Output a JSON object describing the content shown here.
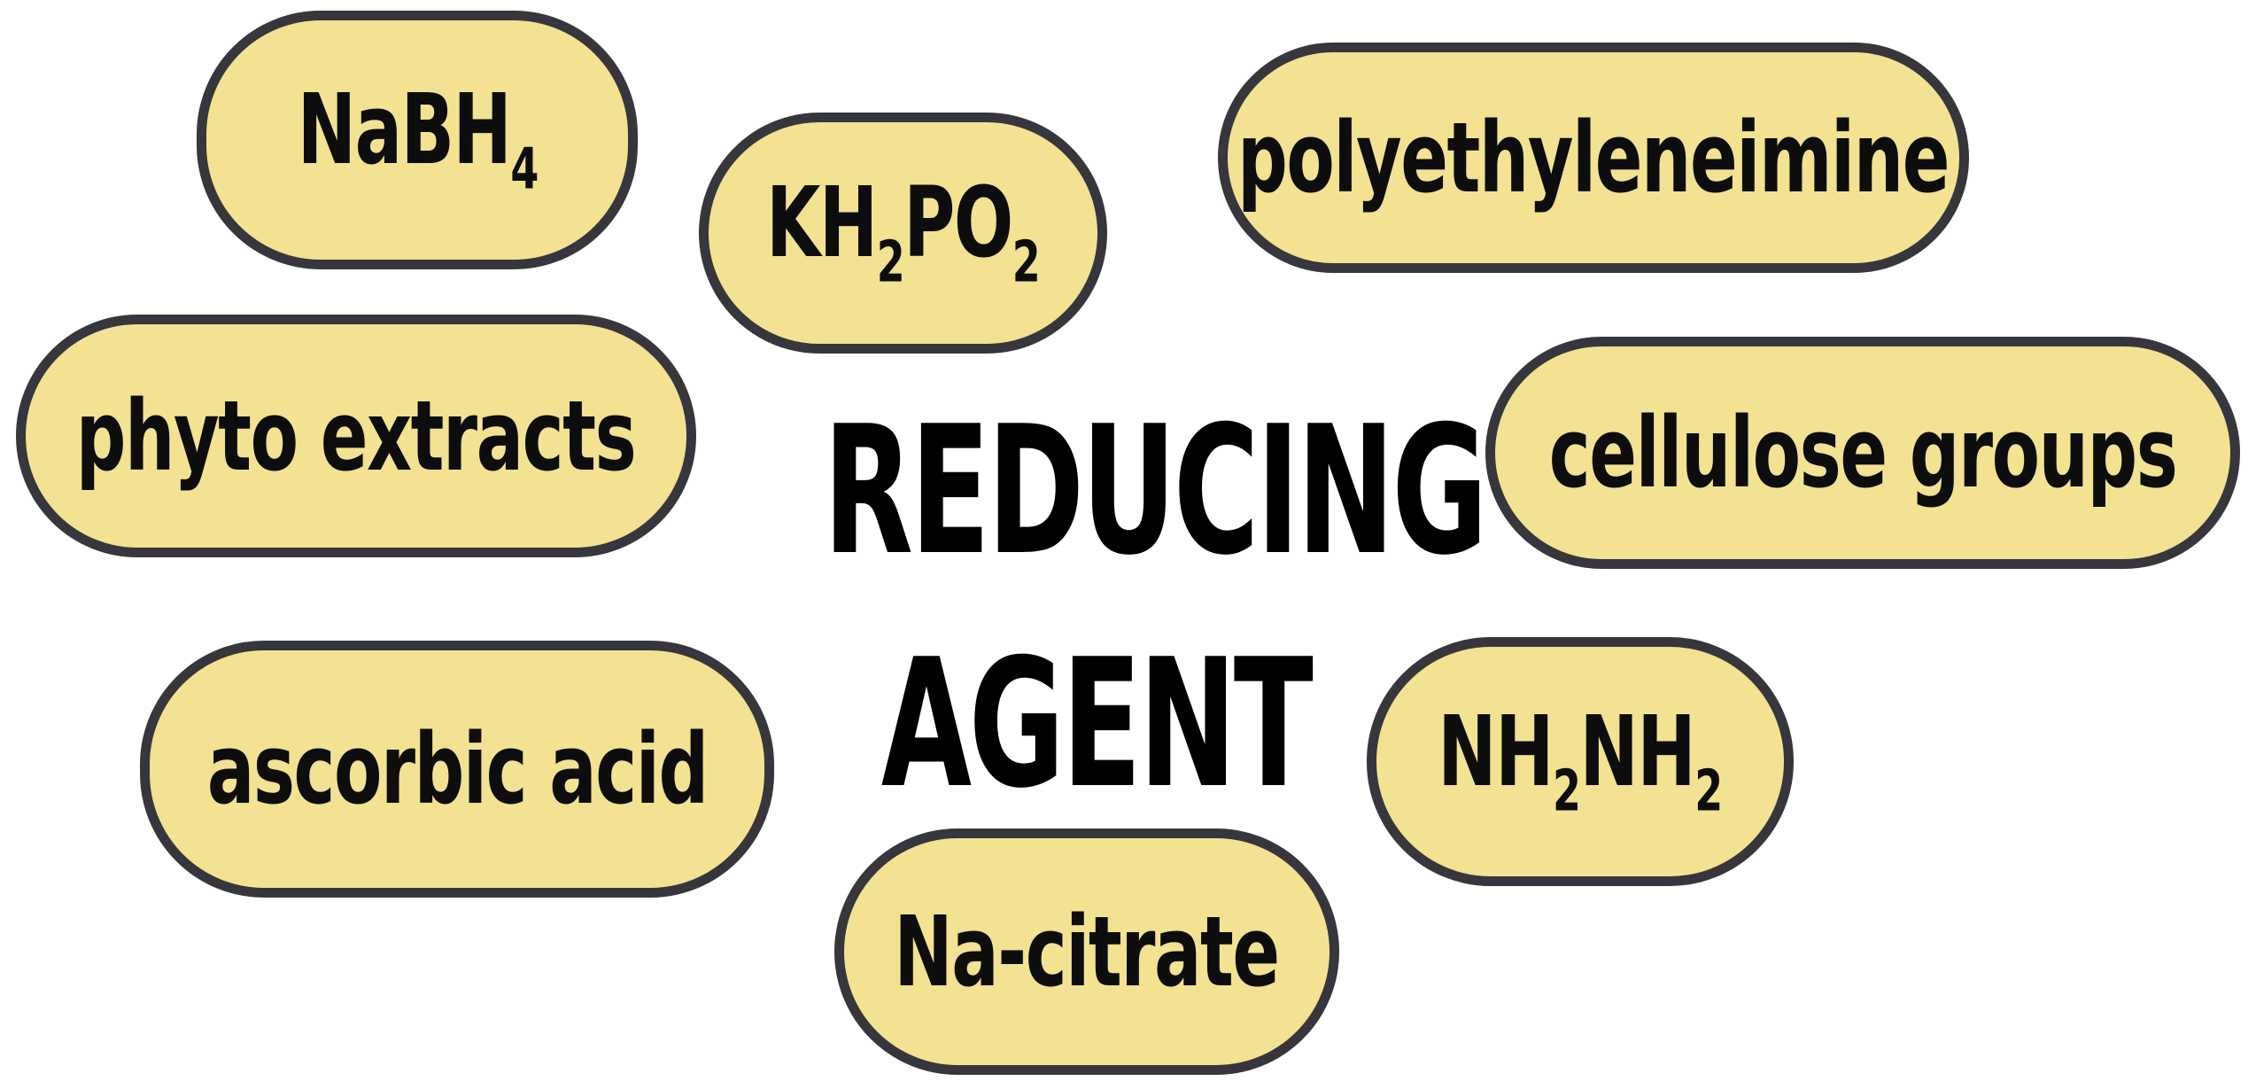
{
  "diagram": {
    "type": "concept-map",
    "topic": "reducing agents for nanoparticle synthesis",
    "center_label": {
      "full": "REDUCING AGENT",
      "line1": "REDUCING",
      "line2": "AGENT"
    },
    "colors": {
      "background": "#FFFFFF",
      "pill_fill": "#F2E292",
      "pill_border": "#36363C",
      "pill_text": "#0D0D0D",
      "title_text": "#000000"
    },
    "pills": [
      {
        "name": "sodium-borohydride",
        "label": "NaBH₄",
        "parts": [
          {
            "text": "NaBH",
            "sub": false
          },
          {
            "text": "4",
            "sub": true
          }
        ]
      },
      {
        "name": "potassium-hypophosphite",
        "label": "KH₂PO₂",
        "parts": [
          {
            "text": "KH",
            "sub": false
          },
          {
            "text": "2",
            "sub": true
          },
          {
            "text": "PO",
            "sub": false
          },
          {
            "text": "2",
            "sub": true
          }
        ]
      },
      {
        "name": "polyethyleneimine",
        "label": "polyethyleneimine",
        "parts": [
          {
            "text": "polyethyleneimine",
            "sub": false
          }
        ]
      },
      {
        "name": "phyto-extracts",
        "label": "phyto extracts",
        "parts": [
          {
            "text": "phyto extracts",
            "sub": false
          }
        ]
      },
      {
        "name": "cellulose-groups",
        "label": "cellulose groups",
        "parts": [
          {
            "text": "cellulose groups",
            "sub": false
          }
        ]
      },
      {
        "name": "ascorbic-acid",
        "label": "ascorbic acid",
        "parts": [
          {
            "text": "ascorbic acid",
            "sub": false
          }
        ]
      },
      {
        "name": "hydrazine",
        "label": "NH₂NH₂",
        "parts": [
          {
            "text": "NH",
            "sub": false
          },
          {
            "text": "2",
            "sub": true
          },
          {
            "text": "NH",
            "sub": false
          },
          {
            "text": "2",
            "sub": true
          }
        ]
      },
      {
        "name": "na-citrate",
        "label": "Na-citrate",
        "parts": [
          {
            "text": "Na-citrate",
            "sub": false
          }
        ]
      }
    ]
  }
}
